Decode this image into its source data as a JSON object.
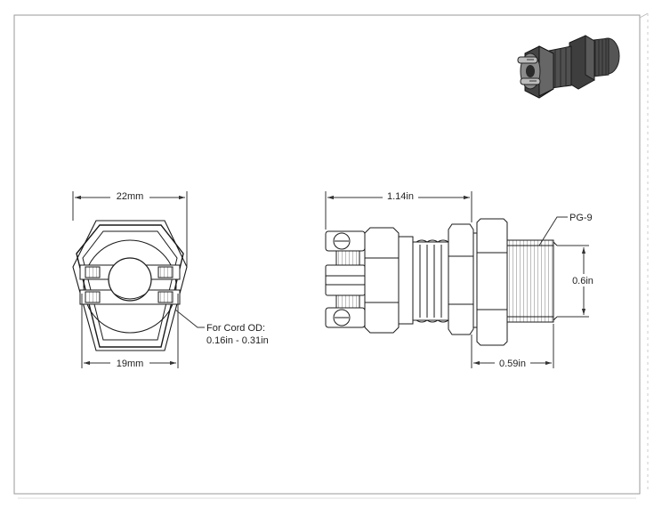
{
  "front_view": {
    "width_top": "22mm",
    "width_bottom": "19mm",
    "cord_label_line1": "For Cord OD:",
    "cord_label_line2": "0.16in - 0.31in"
  },
  "side_view": {
    "length_label": "1.14in",
    "thread_label": "PG-9",
    "thread_diameter": "0.6in",
    "thread_length": "0.59in"
  },
  "colors": {
    "line": "#1a1a1a",
    "dim": "#333333",
    "iso_dark": "#3a3a3a",
    "iso_mid": "#6a6a6a",
    "iso_light": "#a8a8a8"
  }
}
